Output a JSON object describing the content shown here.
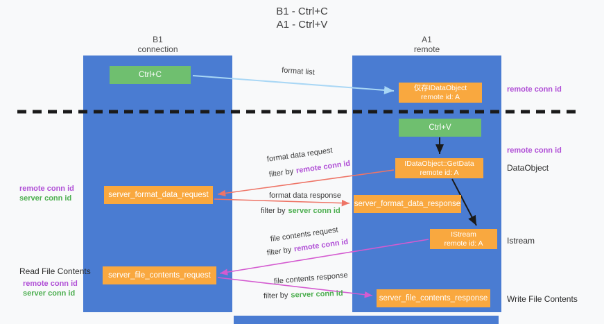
{
  "title": {
    "line1": "B1 - Ctrl+C",
    "line2": "A1 - Ctrl+V"
  },
  "lanes": {
    "left": {
      "name": "B1",
      "subtitle": "connection"
    },
    "right": {
      "name": "A1",
      "subtitle": "remote"
    }
  },
  "nodes": {
    "ctrl_c": {
      "label": "Ctrl+C"
    },
    "ctrl_v": {
      "label": "Ctrl+V"
    },
    "idataobject_proxy": {
      "line1": "仅存IDataObject",
      "line2": "remote id: A"
    },
    "getdata": {
      "line1": "IDataObject::GetData",
      "line2": "remote id: A"
    },
    "istream": {
      "line1": "IStream",
      "line2": "remote id: A"
    },
    "server_format_data_request": {
      "label": "server_format_data_request"
    },
    "server_format_data_response": {
      "label": "server_format_data_response"
    },
    "server_file_contents_request": {
      "label": "server_file_contents_request"
    },
    "server_file_contents_response": {
      "label": "server_file_contents_response"
    }
  },
  "arrow_labels": {
    "format_list": "format list",
    "format_data_request": "format data request",
    "format_data_response": "format data response",
    "file_contents_request": "file contents request",
    "file_contents_response": "file contents response",
    "filter_by": "filter by"
  },
  "side_labels": {
    "remote_conn_id": "remote conn id",
    "server_conn_id": "server conn id",
    "dataobject": "DataObject",
    "istream": "Istream",
    "read_file_contents": "Read File Contents",
    "write_file_contents": "Write File Contents"
  },
  "colors": {
    "lane_blue": "#4a7cd2",
    "node_orange": "#f9a83f",
    "node_green": "#6fbf6f",
    "arrow_light_blue": "#a9d7f5",
    "arrow_salmon": "#ee7466",
    "arrow_magenta": "#d45bd0",
    "arrow_black": "#1a1a1a",
    "remote_conn_id_color": "#b04fd6",
    "server_conn_id_color": "#4cae4f"
  }
}
